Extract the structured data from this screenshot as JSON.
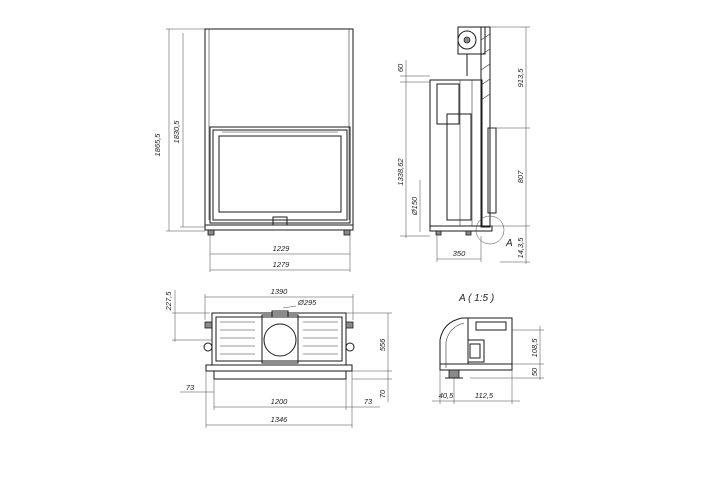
{
  "front_view": {
    "height_total": "1865,5",
    "height_inner": "1830,5",
    "width_inner": "1229",
    "width_outer": "1279"
  },
  "side_view": {
    "dim_top": "60",
    "dim_upper": "913,5",
    "dim_height": "1338,62",
    "dim_lower": "807",
    "dim_flue": "Ø150",
    "dim_depth": "350",
    "dim_base": "14,3,5",
    "detail_marker": "A"
  },
  "top_view": {
    "width_top": "1390",
    "flue_diameter": "Ø295",
    "offset_left": "227,5",
    "depth": "556",
    "gap_left": "73",
    "gap_right": "73",
    "depth_front": "70",
    "width_mid": "1200",
    "width_bottom": "1346"
  },
  "detail_view": {
    "title": "A ( 1:5 )",
    "dim_height": "108,5",
    "dim_small": "50",
    "dim_left": "40,5",
    "dim_right": "112,5"
  }
}
